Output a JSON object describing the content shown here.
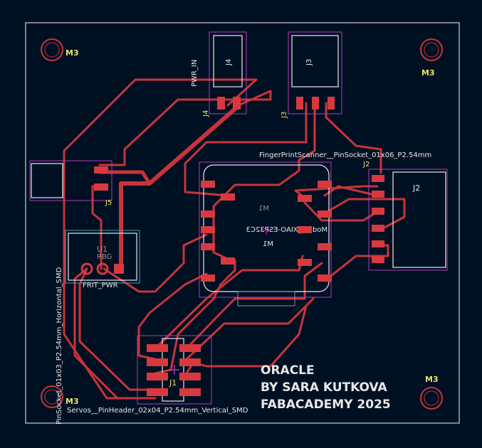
{
  "colors": {
    "background": "#001023",
    "board_outline": "#d0d0d0",
    "trace": "#c8343a",
    "pad": "#d8393f",
    "courtyard": "#b53ab5",
    "silk": "#e7e36c",
    "white_silk": "#e8e8e8",
    "fab": "#8f8f8f",
    "cyan": "#3aa4b8"
  },
  "mounting_holes": {
    "tl": "M3",
    "tr": "M3",
    "bl": "M3",
    "br": "M3"
  },
  "components": {
    "j4": {
      "ref": "J4",
      "value": "PWR_IN",
      "ref_pad": "J4"
    },
    "j3": {
      "ref": "J3",
      "ref_pad": "J3",
      "value": "FingerPrintScanner__PinSocket_01x06_P2.54mm"
    },
    "j2": {
      "ref": "J2",
      "ref_pad": "J2"
    },
    "j5": {
      "ref": "J5",
      "value": "PinSocket_01x03_P2.54mm_Horizontal_SMD"
    },
    "u1": {
      "ref": "U1",
      "rb": "RBG",
      "value": "FRIT_PWR"
    },
    "m1": {
      "ref_a": "M1",
      "ref_b": "M1",
      "value": "Module_XIAO-ESP32C3"
    },
    "j1": {
      "ref": "J1",
      "value": "Servos__PinHeader_02x04_P2.54mm_Vertical_SMD"
    }
  },
  "credits": {
    "line1": "ORACLE",
    "line2": "BY SARA KUTKOVA",
    "line3": "FABACADEMY 2025"
  }
}
